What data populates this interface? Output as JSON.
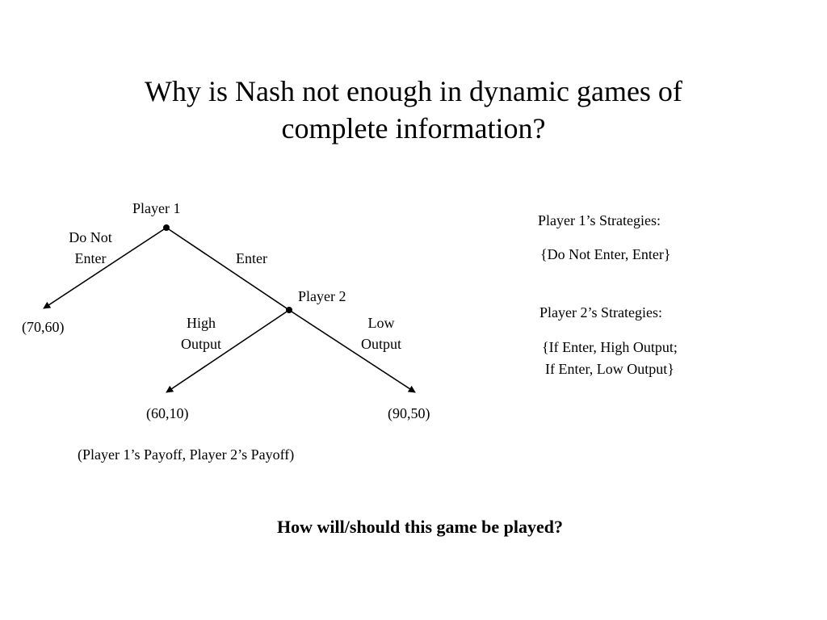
{
  "title": {
    "line1": "Why is Nash not enough in dynamic games of",
    "line2": "complete information?"
  },
  "tree": {
    "player1_label": "Player 1",
    "player2_label": "Player 2",
    "branch_do_not_enter": {
      "line1": "Do Not",
      "line2": "Enter"
    },
    "branch_enter": "Enter",
    "branch_high_output": {
      "line1": "High",
      "line2": "Output"
    },
    "branch_low_output": {
      "line1": "Low",
      "line2": "Output"
    },
    "payoff_do_not_enter": "(70,60)",
    "payoff_high_output": "(60,10)",
    "payoff_low_output": "(90,50)",
    "payoff_legend": "(Player 1’s Payoff, Player 2’s Payoff)"
  },
  "strategies": {
    "player1_heading": "Player 1’s Strategies:",
    "player1_set": "{Do Not Enter, Enter}",
    "player2_heading": "Player 2’s Strategies:",
    "player2_set_line1": "{If Enter, High Output;",
    "player2_set_line2": "If Enter, Low Output}"
  },
  "question": "How will/should this game be played?"
}
